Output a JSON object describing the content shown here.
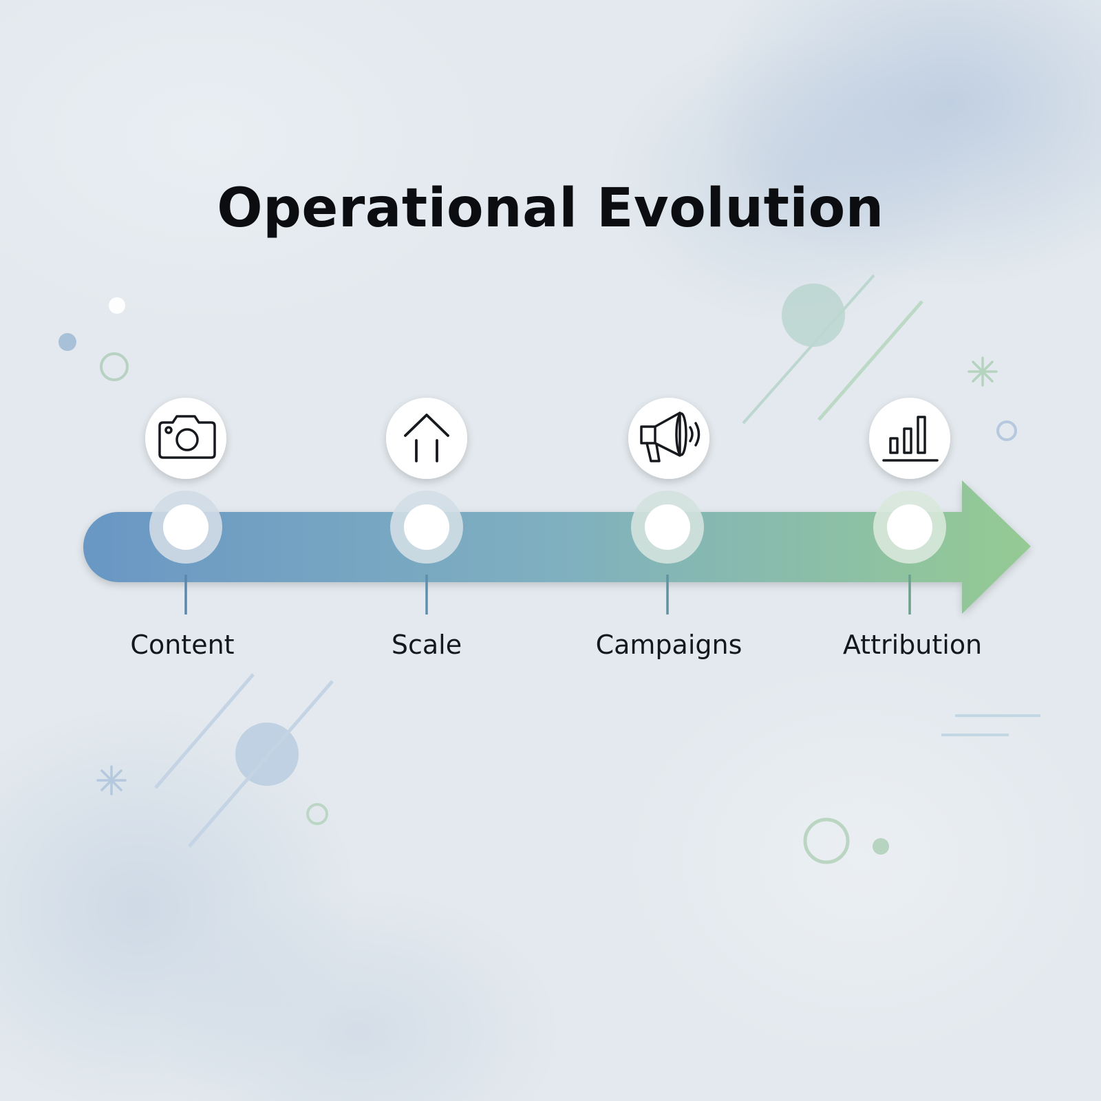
{
  "title": "Operational Evolution",
  "stages": [
    {
      "label": "Content",
      "icon": "camera-icon"
    },
    {
      "label": "Scale",
      "icon": "arrow-up-icon"
    },
    {
      "label": "Campaigns",
      "icon": "megaphone-icon"
    },
    {
      "label": "Attribution",
      "icon": "bar-chart-icon"
    }
  ],
  "colors": {
    "arrow_start": "#6a97c4",
    "arrow_end": "#92c896",
    "title": "#0b0d10",
    "label": "#14171b",
    "icon_stroke": "#16191d"
  }
}
